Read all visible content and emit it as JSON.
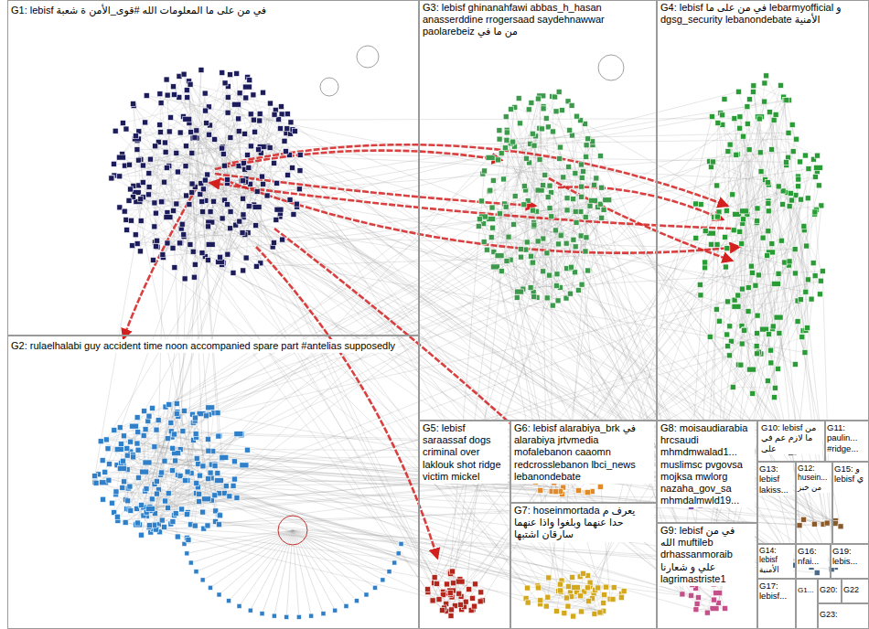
{
  "diagram": {
    "nodes": [
      {
        "text": [
          "G1: lebisf في من على ما المعلومات الله #قوى_الأمن ة شعبة"
        ]
      },
      {
        "text": [
          "G2: rulaelhalabi guy accident time noon accompanied spare part #antelias supposedly"
        ]
      },
      {
        "text": [
          "G3: lebisf ghinanahfawi abbas_h_hasan anasserddine rrogersaad saydehnawwar paolarebeiz من ما في"
        ]
      },
      {
        "text": [
          "G4: lebisf في من على ما lebarmyofficial و dgsg_security lebanondebate الأمنية"
        ]
      },
      {
        "text": [
          "G5: lebisf saraassaf dogs criminal over laklouk shot ridge victim mickel"
        ]
      },
      {
        "text": [
          "G6: lebisf alarabiya_brk في alarabiya jrtvmedia mofalebanon caaomn redcrosslebanon lbci_news lebanondebate"
        ]
      },
      {
        "text": [
          "G7: hoseinmortada يعرف م حدا عنهما وبلغوا واذا عنهما سارقان اشتبها"
        ]
      },
      {
        "text": [
          "G8: moisaudiarabia hrcsaudi mhmdmwalad1... muslimsc pvgovsa mojksa mwlorg nazaha_gov_sa mhmdalmwld19..."
        ]
      },
      {
        "text": [
          "G9: lebisf في من الله muftileb drhassanmoraib علي و شعارنا lagrimastriste1"
        ]
      },
      {
        "text": [
          "G10: lebisf من ما لازم عم في على"
        ]
      },
      {
        "text": [
          "G11: paulin... #ridge..."
        ]
      },
      {
        "text": [
          "G12: husein... من خبز"
        ]
      },
      {
        "text": [
          "G13: lebisf lakiss..."
        ]
      },
      {
        "text": [
          "G14: lebisf الأمنية"
        ]
      },
      {
        "text": [
          "G15: و lebisf ي"
        ]
      },
      {
        "text": [
          "G16: nfai..."
        ]
      },
      {
        "text": [
          "G17: lebisf..."
        ]
      },
      {
        "text": [
          "G1..."
        ]
      },
      {
        "text": [
          "G19: lebis..."
        ]
      },
      {
        "text": [
          "G20:"
        ]
      },
      {
        "text": [
          "G22"
        ]
      },
      {
        "text": [
          "G23:"
        ]
      }
    ]
  }
}
